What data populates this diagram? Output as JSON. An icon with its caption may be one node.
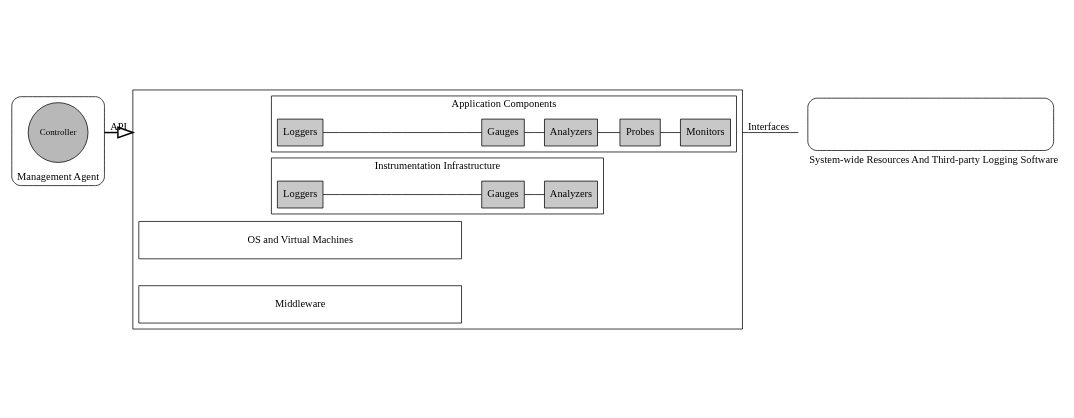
{
  "diagram": {
    "nodes": [
      {
        "text": [
          "Management Agent"
        ]
      },
      {
        "text": [
          "Controller"
        ],
        "in": 0
      },
      {
        "text": [],
        "shape": "box"
      },
      {
        "text": [
          "Application Components"
        ],
        "in": 2
      },
      {
        "text": [
          "Loggers"
        ],
        "in": 3
      },
      {
        "text": [
          "Gauges"
        ],
        "in": 3
      },
      {
        "text": [
          "Analyzers"
        ],
        "in": 3
      },
      {
        "text": [
          "Probes"
        ],
        "in": 3
      },
      {
        "text": [
          "Monitors"
        ],
        "in": 3
      },
      {
        "text": [
          "Instrumentation Infrastructure"
        ],
        "in": 2
      },
      {
        "text": [
          "Loggers"
        ],
        "in": 9
      },
      {
        "text": [
          "Gauges"
        ],
        "in": 9
      },
      {
        "text": [
          "Analyzers"
        ],
        "in": 9
      },
      {
        "text": [
          "Middleware"
        ],
        "in": 2
      },
      {
        "text": [
          "OS and Virtual Machines"
        ],
        "in": 2
      },
      {
        "text": [
          "System-wide Resources And Third-party Logging Software"
        ]
      }
    ],
    "edges": [
      {
        "from": 0,
        "to": 2,
        "arrow": "to",
        "label": "API"
      },
      {
        "from": 2,
        "to": 15,
        "arrow": "none",
        "label": "Interfaces"
      },
      {
        "from": 4,
        "to": 5,
        "arrow": "none"
      },
      {
        "from": 5,
        "to": 6,
        "arrow": "none"
      },
      {
        "from": 6,
        "to": 7,
        "arrow": "none"
      },
      {
        "from": 7,
        "to": 8,
        "arrow": "none"
      },
      {
        "from": 10,
        "to": 11,
        "arrow": "none"
      },
      {
        "from": 11,
        "to": 12,
        "arrow": "none"
      }
    ]
  }
}
